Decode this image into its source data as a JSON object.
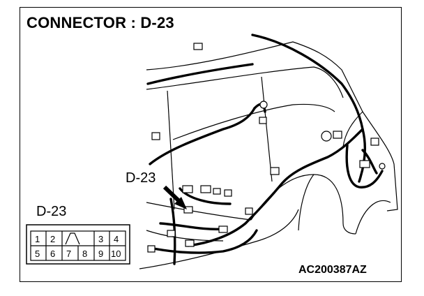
{
  "title": "CONNECTOR : D-23",
  "callout_label": "D-23",
  "connector_label": "D-23",
  "figure_code": "AC200387AZ",
  "connector_pins": {
    "top_row": [
      "1",
      "2",
      "",
      "3",
      "4"
    ],
    "bottom_row": [
      "5",
      "6",
      "7",
      "8",
      "9",
      "10"
    ]
  },
  "colors": {
    "line": "#000000",
    "background": "#ffffff"
  }
}
